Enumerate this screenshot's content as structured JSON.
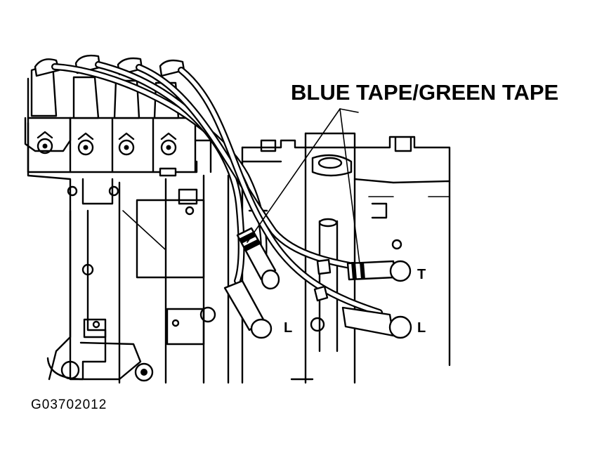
{
  "diagram": {
    "callout_label": "BLUE TAPE/GREEN TAPE",
    "wire_labels": {
      "t_right": "T",
      "l_center": "L",
      "l_right": "L"
    },
    "figure_id": "G03702012"
  }
}
